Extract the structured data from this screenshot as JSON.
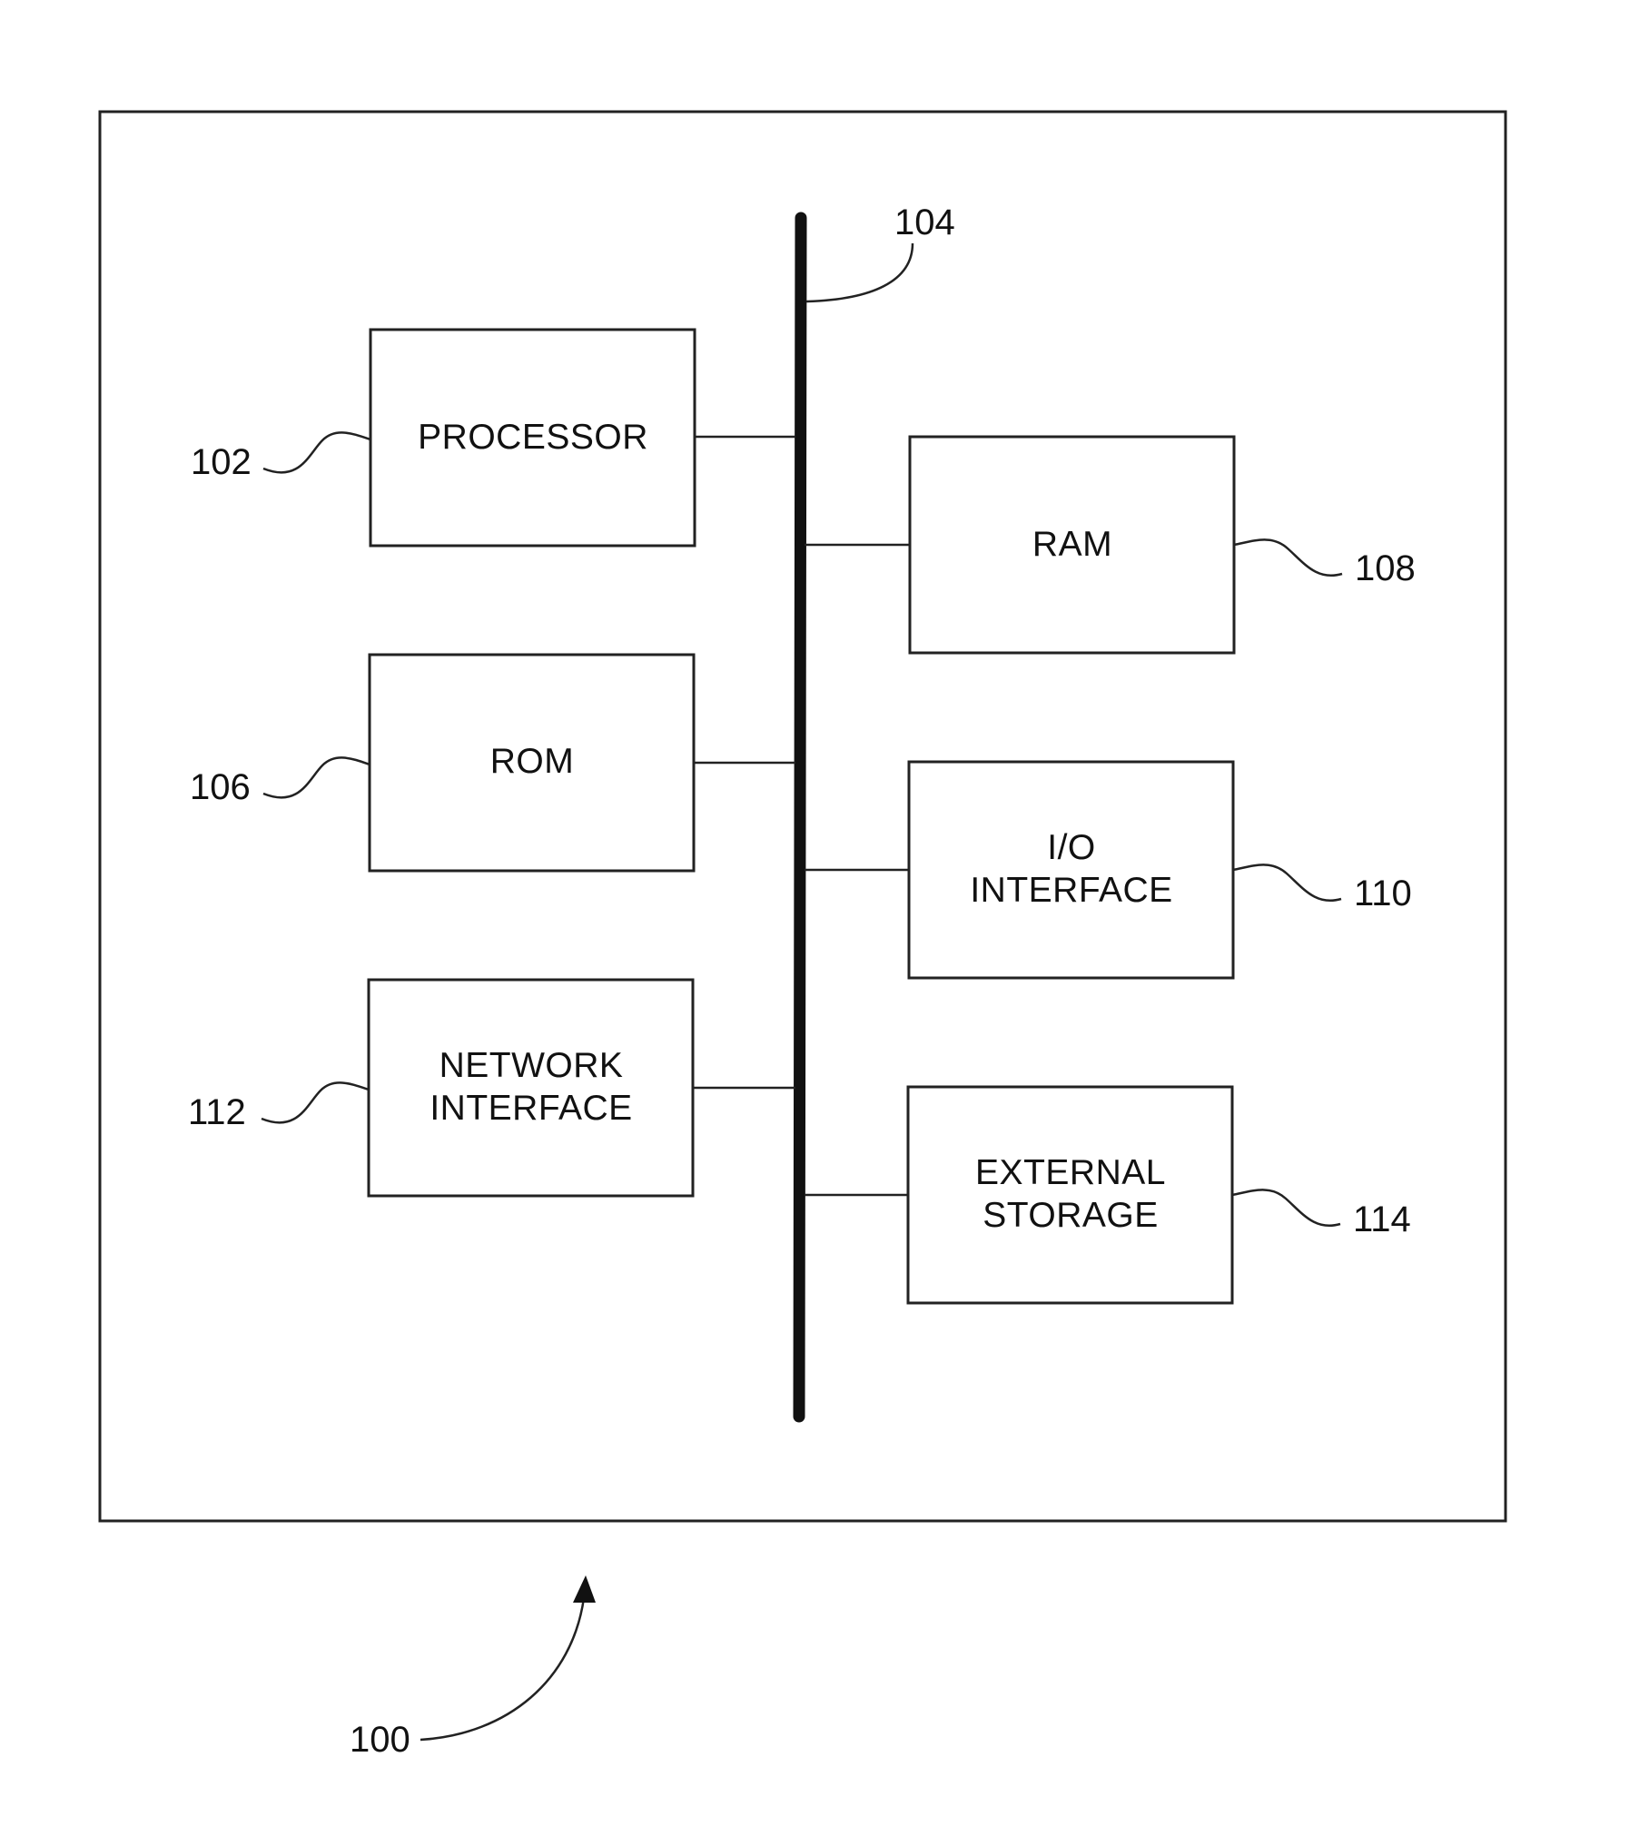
{
  "figure": {
    "system_ref": "100",
    "bus_ref": "104",
    "blocks": {
      "processor": {
        "ref": "102",
        "lines": [
          "PROCESSOR"
        ]
      },
      "rom": {
        "ref": "106",
        "lines": [
          "ROM"
        ]
      },
      "network_interface": {
        "ref": "112",
        "lines": [
          "NETWORK",
          "INTERFACE"
        ]
      },
      "ram": {
        "ref": "108",
        "lines": [
          "RAM"
        ]
      },
      "io_interface": {
        "ref": "110",
        "lines": [
          "I/O",
          "INTERFACE"
        ]
      },
      "external_storage": {
        "ref": "114",
        "lines": [
          "EXTERNAL",
          "STORAGE"
        ]
      }
    }
  }
}
